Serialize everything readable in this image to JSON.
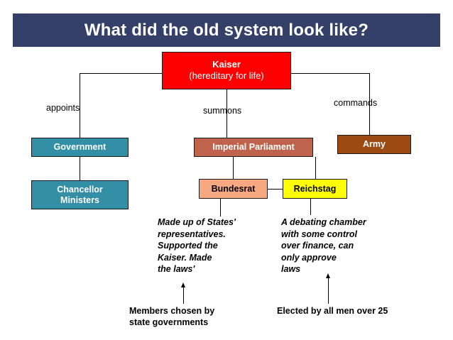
{
  "slide": {
    "title": "What did the old system look like?",
    "background": "#ffffff",
    "title_bar_color": "#354068"
  },
  "diagram": {
    "type": "org-chart",
    "nodes": [
      {
        "id": "kaiser",
        "line1": "Kaiser",
        "line2": "(hereditary for life)",
        "fill": "#FF0000",
        "text_color": "#ffffff"
      },
      {
        "id": "government",
        "line1": "Government",
        "fill": "#338FA6",
        "text_color": "#ffffff"
      },
      {
        "id": "chancellor",
        "line1": "Chancellor",
        "line2": "Ministers",
        "fill": "#338FA6",
        "text_color": "#ffffff"
      },
      {
        "id": "parliament",
        "line1": "Imperial Parliament",
        "fill": "#C0634C",
        "text_color": "#ffffff"
      },
      {
        "id": "army",
        "line1": "Army",
        "fill": "#9C4A12",
        "text_color": "#ffffff"
      },
      {
        "id": "bundesrat",
        "line1": "Bundesrat",
        "fill": "#F7A880",
        "text_color": "#000000"
      },
      {
        "id": "reichstag",
        "line1": "Reichstag",
        "fill": "#FFFF00",
        "text_color": "#000000"
      }
    ],
    "edge_labels": {
      "appoints": "appoints",
      "summons": "summons",
      "commands": "commands"
    },
    "descriptions": {
      "bundesrat": "Made up of States'\nrepresentatives.\nSupported the\nKaiser.  Made\nthe laws'",
      "reichstag": "A debating chamber\nwith some control\nover finance, can\nonly approve\nlaws"
    },
    "captions": {
      "bundesrat_source": "Members chosen by\n state governments",
      "reichstag_source": "Elected by all men over 25"
    }
  }
}
